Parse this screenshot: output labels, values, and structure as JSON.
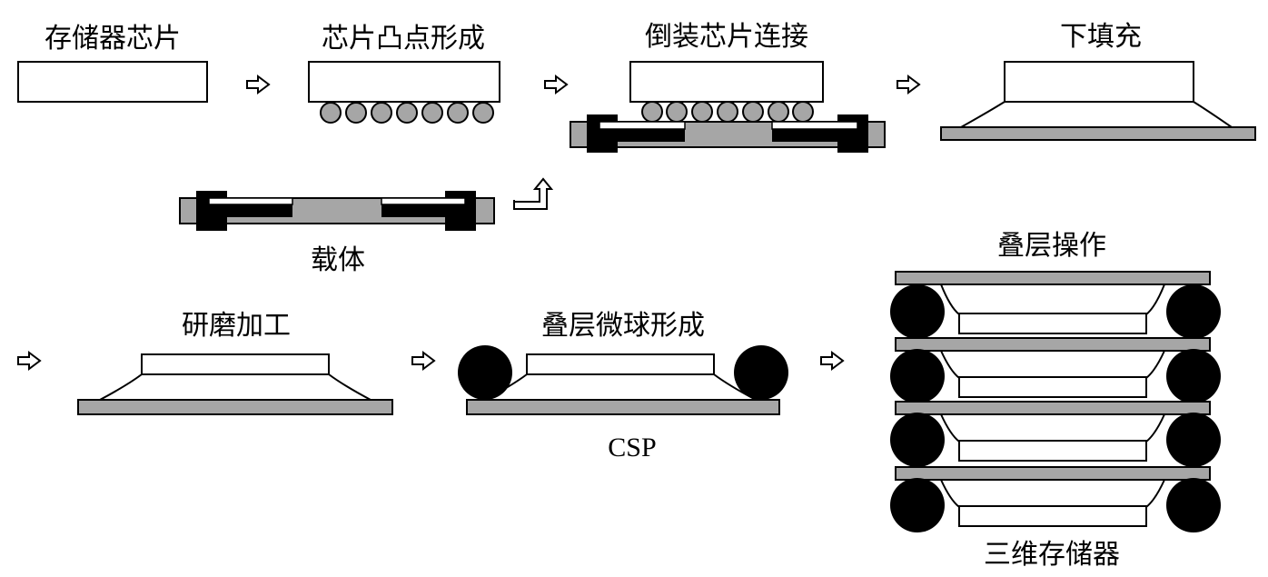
{
  "steps": {
    "memory_chip": "存储器芯片",
    "bump_forming": "芯片凸点形成",
    "flip_chip_bonding": "倒装芯片连接",
    "underfill": "下填充",
    "carrier": "载体",
    "grinding": "研磨加工",
    "stack_ball_forming": "叠层微球形成",
    "csp": "CSP",
    "stacking": "叠层操作",
    "result_3d_memory": "三维存储器"
  },
  "colors": {
    "outline": "#000000",
    "substrate_gray": "#a6a6a6",
    "chip_fill": "#ffffff",
    "solder_ball": "#000000",
    "bump_gray": "#a6a6a6"
  }
}
